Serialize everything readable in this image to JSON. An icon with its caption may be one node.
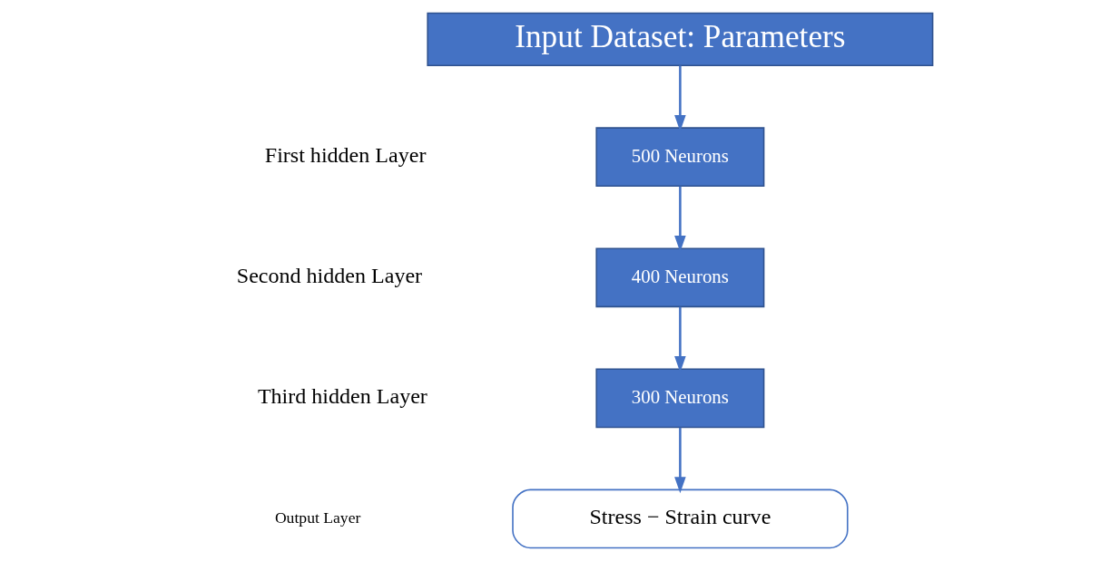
{
  "diagram": {
    "nodes": [
      {
        "text": [
          "Input Dataset: Parameters"
        ]
      },
      {
        "text": [
          "500 Neurons"
        ]
      },
      {
        "text": [
          "400 Neurons"
        ]
      },
      {
        "text": [
          "300 Neurons"
        ]
      },
      {
        "text": [
          "Stress − Strain curve"
        ]
      }
    ],
    "edges": [
      {
        "from": 0,
        "to": 1,
        "arrow": "to"
      },
      {
        "from": 1,
        "to": 2,
        "arrow": "to"
      },
      {
        "from": 2,
        "to": 3,
        "arrow": "to"
      },
      {
        "from": 3,
        "to": 4,
        "arrow": "to"
      }
    ],
    "labels": [
      "First hidden Layer",
      "Second hidden Layer",
      "Third hidden Layer",
      "Output Layer"
    ]
  }
}
